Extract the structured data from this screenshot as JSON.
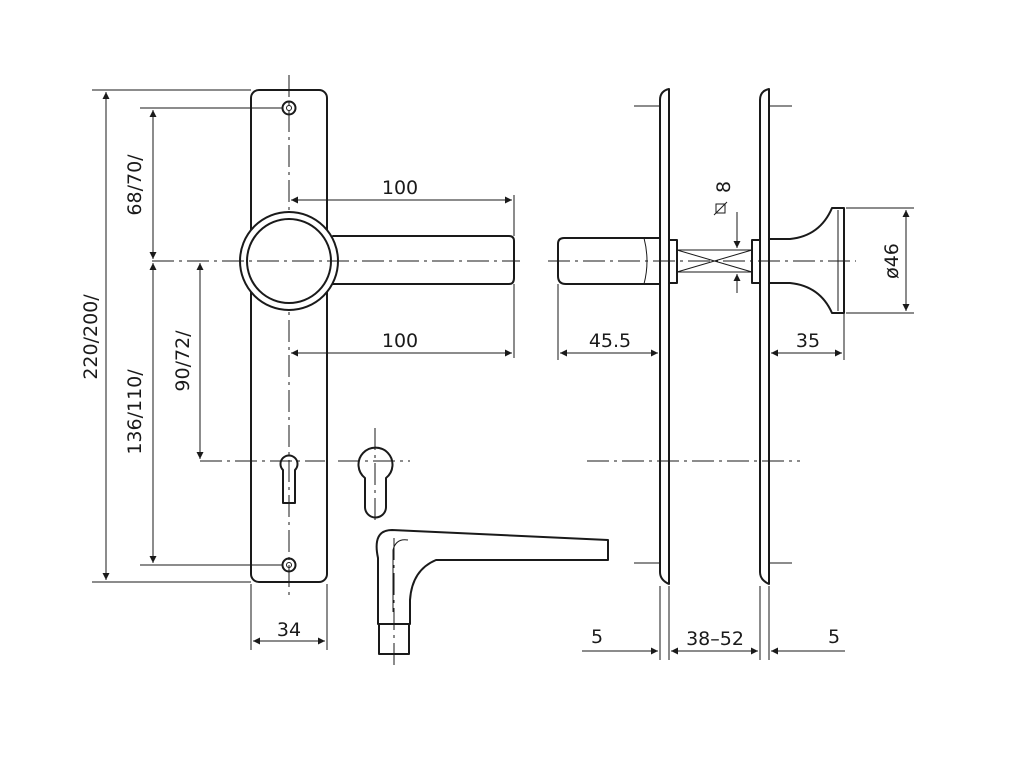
{
  "dimensions": {
    "total_length": "220/200/",
    "upper_to_axis": "68/70/",
    "lower_screw": "136/110/",
    "backset": "90/72/",
    "plate_width": "34",
    "lever_length_top": "100",
    "lever_length_bottom": "100",
    "lever_projection": "45.5",
    "knob_projection": "35",
    "knob_diameter": "ø46",
    "spindle": "8",
    "door_thickness": "38–52",
    "plate_thickness_left": "5",
    "plate_thickness_right": "5"
  },
  "symbols": {
    "square_spindle": "square-icon"
  }
}
